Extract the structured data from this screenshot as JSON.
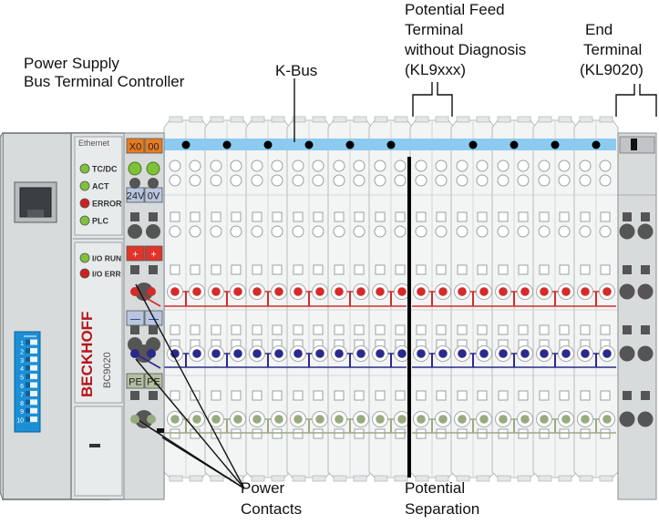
{
  "labels": {
    "power_supply_line1": "Power Supply",
    "power_supply_line2": "Bus Terminal Controller",
    "kbus": "K-Bus",
    "feed_line1": "Potential Feed",
    "feed_line2": "Terminal",
    "feed_line3": "without Diagnosis",
    "feed_line4": "(KL9xxx)",
    "end_line1": "End",
    "end_line2": "Terminal",
    "end_line3": "(KL9020)",
    "power_contacts_line1": "Power",
    "power_contacts_line2": "Contacts",
    "separation_line1": "Potential",
    "separation_line2": "Separation"
  },
  "controller": {
    "network_label": "Ethernet",
    "leds": [
      "TC/DC",
      "ACT",
      "ERROR",
      "PLC"
    ],
    "io_leds": [
      "I/O RUN",
      "I/O ERR"
    ],
    "brand": "BECKHOFF",
    "model": "BC9020",
    "terminal_tags": [
      "X0",
      "00",
      "24V",
      "0V",
      "+",
      "+",
      "—",
      "—",
      "PE",
      "PE"
    ],
    "dip_numbers": [
      "1",
      "2",
      "3",
      "4",
      "5",
      "6",
      "7",
      "8",
      "9",
      "10"
    ]
  },
  "colors": {
    "kbus": "#8ccbef",
    "positive": "#d42b2b",
    "negative": "#2a2a8c",
    "pe": "#9aaa80",
    "led_green": "#7ec23a",
    "led_red": "#d02020",
    "brand_red": "#b5171b",
    "dip_blue": "#1b8fd6",
    "separator": "#000000"
  }
}
